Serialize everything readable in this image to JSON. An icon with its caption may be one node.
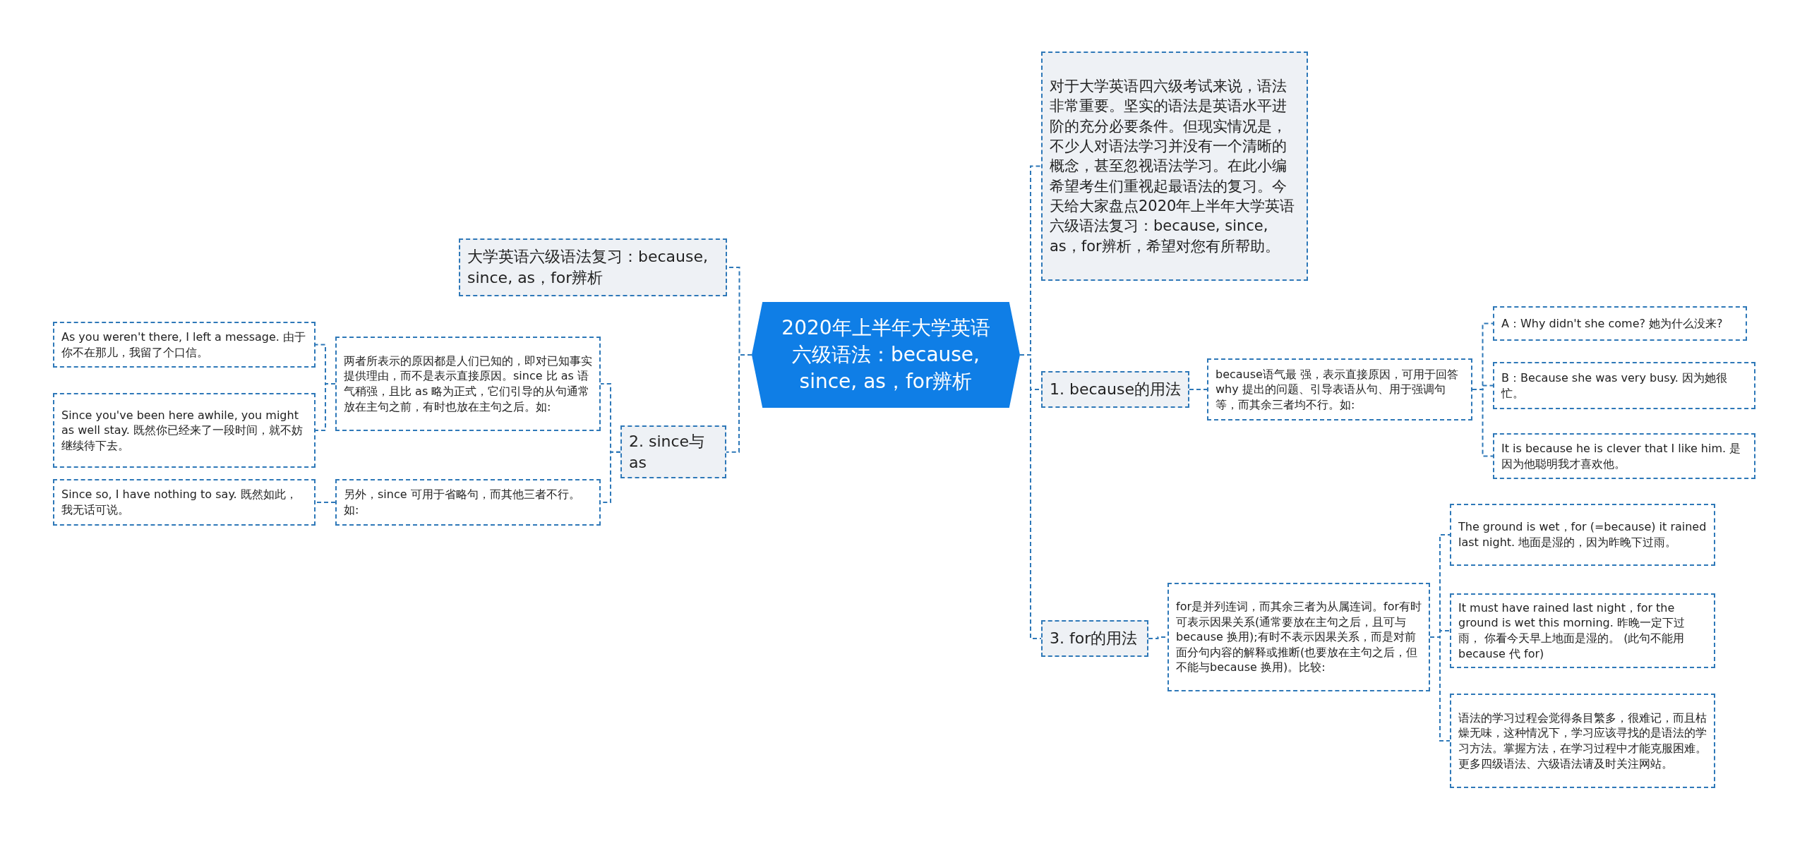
{
  "diagram": {
    "nodes": [
      {
        "text": [
          "2020年上半年大学英语六级语法：because, since, as，for辨析"
        ]
      },
      {
        "text": [
          "对于大学英语四六级考试来说，语法非常重要。坚实的语法是英语水平进阶的充分必要条件。但现实情况是，不少人对语法学习并没有一个清晰的概念，甚至忽视语法学习。在此小编希望考生们重视起最语法的复习。今天给大家盘点2020年上半年大学英语六级语法复习：because, since, as，for辨析，希望对您有所帮助。"
        ]
      },
      {
        "text": [
          "大学英语六级语法复习：because, since, as，for辨析"
        ]
      },
      {
        "text": [
          "2. since与as"
        ]
      },
      {
        "text": [
          "两者所表示的原因都是人们已知的，即对已知事实提供理由，而不是表示直接原因。since 比 as 语气稍强，且比 as 略为正式，它们引导的从句通常放在主句之前，有时也放在主句之后。如:"
        ]
      },
      {
        "text": [
          "另外，since 可用于省略句，而其他三者不行。如:"
        ]
      },
      {
        "text": [
          "As you weren't there, I left a message. 由于你不在那儿，我留了个口信。"
        ]
      },
      {
        "text": [
          "Since you've been here awhile, you might as well stay. 既然你已经来了一段时间，就不妨继续待下去。"
        ]
      },
      {
        "text": [
          "Since so, I have nothing to say. 既然如此，我无话可说。"
        ]
      },
      {
        "text": [
          "1. because的用法"
        ]
      },
      {
        "text": [
          "because语气最 强，表示直接原因，可用于回答 why 提出的问题、引导表语从句、用于强调句等，而其余三者均不行。如:"
        ]
      },
      {
        "text": [
          "A：Why didn't she come? 她为什么没来?"
        ]
      },
      {
        "text": [
          "B：Because she was very busy. 因为她很忙。"
        ]
      },
      {
        "text": [
          "It is because he is clever that I like him. 是因为他聪明我才喜欢他。"
        ]
      },
      {
        "text": [
          "3. for的用法"
        ]
      },
      {
        "text": [
          "for是并列连词，而其余三者为从属连词。for有时可表示因果关系(通常要放在主句之后，且可与 because 换用);有时不表示因果关系，而是对前面分句内容的解释或推断(也要放在主句之后，但不能与because 换用)。比较:"
        ]
      },
      {
        "text": [
          "The ground is wet，for (=because) it rained last night. 地面是湿的，因为昨晚下过雨。"
        ]
      },
      {
        "text": [
          "It must have rained last night，for the ground is wet this morning. 昨晚一定下过雨， 你看今天早上地面是湿的。 (此句不能用 because 代 for)"
        ]
      },
      {
        "text": [
          "语法的学习过程会觉得条目繁多，很难记，而且枯燥无味，这种情况下，学习应该寻找的是语法的学习方法。掌握方法，在学习过程中才能克服困难。更多四级语法、六级语法请及时关注网站。"
        ]
      }
    ],
    "edges": [
      {
        "from": 0,
        "to": 1,
        "arrow": "none"
      },
      {
        "from": 0,
        "to": 2,
        "arrow": "none"
      },
      {
        "from": 0,
        "to": 3,
        "arrow": "none"
      },
      {
        "from": 0,
        "to": 9,
        "arrow": "none"
      },
      {
        "from": 0,
        "to": 14,
        "arrow": "none"
      },
      {
        "from": 3,
        "to": 4,
        "arrow": "none"
      },
      {
        "from": 3,
        "to": 5,
        "arrow": "none"
      },
      {
        "from": 4,
        "to": 6,
        "arrow": "none"
      },
      {
        "from": 4,
        "to": 7,
        "arrow": "none"
      },
      {
        "from": 5,
        "to": 8,
        "arrow": "none"
      },
      {
        "from": 9,
        "to": 10,
        "arrow": "none"
      },
      {
        "from": 10,
        "to": 11,
        "arrow": "none"
      },
      {
        "from": 10,
        "to": 12,
        "arrow": "none"
      },
      {
        "from": 10,
        "to": 13,
        "arrow": "none"
      },
      {
        "from": 14,
        "to": 15,
        "arrow": "none"
      },
      {
        "from": 15,
        "to": 16,
        "arrow": "none"
      },
      {
        "from": 15,
        "to": 17,
        "arrow": "none"
      },
      {
        "from": 15,
        "to": 18,
        "arrow": "none"
      }
    ]
  }
}
